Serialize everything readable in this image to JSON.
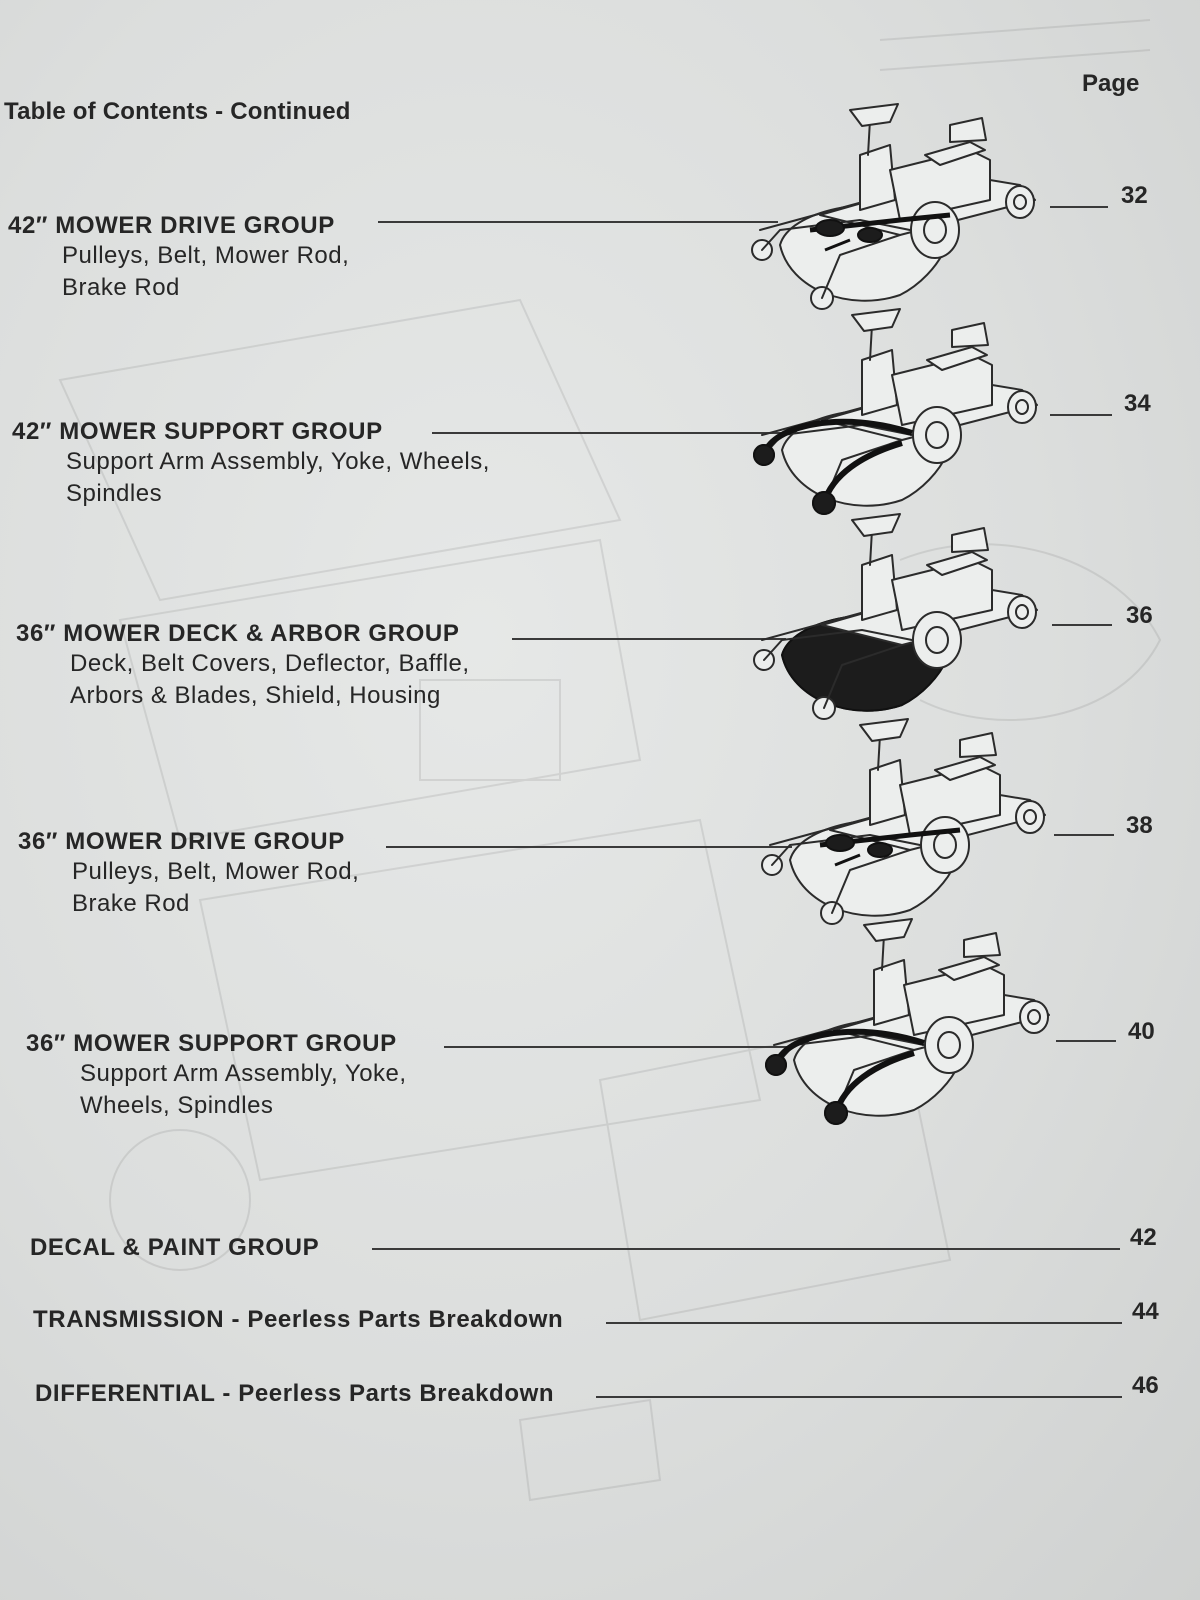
{
  "header": {
    "title": "Table of Contents - Continued",
    "page_label": "Page"
  },
  "entries": [
    {
      "title": "42″ MOWER DRIVE GROUP",
      "sub": [
        "Pulleys, Belt, Mower Rod,",
        "Brake Rod"
      ],
      "page": "32",
      "highlight": "drive"
    },
    {
      "title": "42″ MOWER SUPPORT GROUP",
      "sub": [
        "Support Arm Assembly, Yoke, Wheels,",
        "Spindles"
      ],
      "page": "34",
      "highlight": "support"
    },
    {
      "title": "36″ MOWER DECK & ARBOR GROUP",
      "sub": [
        "Deck, Belt Covers, Deflector, Baffle,",
        "Arbors & Blades, Shield, Housing"
      ],
      "page": "36",
      "highlight": "deck"
    },
    {
      "title": "36″ MOWER DRIVE GROUP",
      "sub": [
        "Pulleys, Belt, Mower Rod,",
        "Brake Rod"
      ],
      "page": "38",
      "highlight": "drive"
    },
    {
      "title": "36″ MOWER SUPPORT GROUP",
      "sub": [
        "Support Arm Assembly, Yoke,",
        "Wheels, Spindles"
      ],
      "page": "40",
      "highlight": "support"
    }
  ],
  "simple_entries": [
    {
      "title": "DECAL & PAINT GROUP",
      "page": "42"
    },
    {
      "title_bold_prefix": "TRANSMISSION",
      "title": "TRANSMISSION - Peerless Parts Breakdown",
      "page": "44"
    },
    {
      "title_bold_prefix": "DIFFERENTIAL",
      "title": "DIFFERENTIAL - Peerless Parts Breakdown",
      "page": "46"
    }
  ],
  "icons": {
    "mower": "riding-mower-illustration-icon"
  }
}
